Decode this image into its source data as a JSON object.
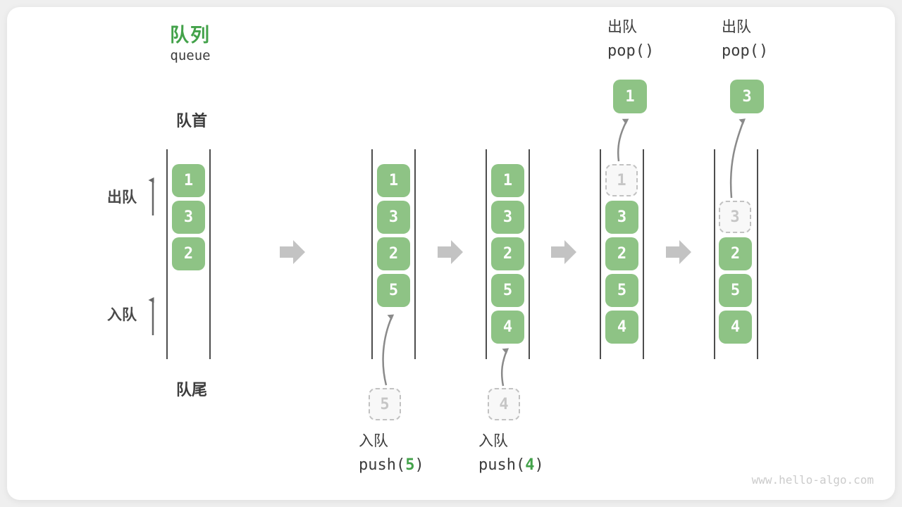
{
  "title": {
    "zh": "队列",
    "en": "queue"
  },
  "side": {
    "front": "队首",
    "rear": "队尾",
    "dequeue": "出队",
    "enqueue": "入队"
  },
  "ops": {
    "push5": {
      "label": "入队",
      "pre": "push(",
      "arg": "5",
      "post": ")"
    },
    "push4": {
      "label": "入队",
      "pre": "push(",
      "arg": "4",
      "post": ")"
    },
    "pop1": {
      "label": "出队",
      "code": "pop()"
    },
    "pop2": {
      "label": "出队",
      "code": "pop()"
    }
  },
  "states": [
    {
      "items": [
        "1",
        "3",
        "2"
      ]
    },
    {
      "items": [
        "1",
        "3",
        "2",
        "5"
      ],
      "incoming": "5"
    },
    {
      "items": [
        "1",
        "3",
        "2",
        "5",
        "4"
      ],
      "incoming": "4"
    },
    {
      "items": [
        "3",
        "2",
        "5",
        "4"
      ],
      "ghost": "1",
      "popped": "1"
    },
    {
      "items": [
        "2",
        "5",
        "4"
      ],
      "ghost": "3",
      "popped": "3"
    }
  ],
  "watermark": "www.hello-algo.com",
  "colors": {
    "accent_green": "#43a24a",
    "box_green": "#8ec385",
    "wall_gray": "#4d4d4d",
    "block_arrow_gray": "#c3c3c3",
    "thin_arrow_gray": "#8a8a8a",
    "ghost_border": "#c2c2c2",
    "watermark_gray": "#cbcbcb"
  }
}
